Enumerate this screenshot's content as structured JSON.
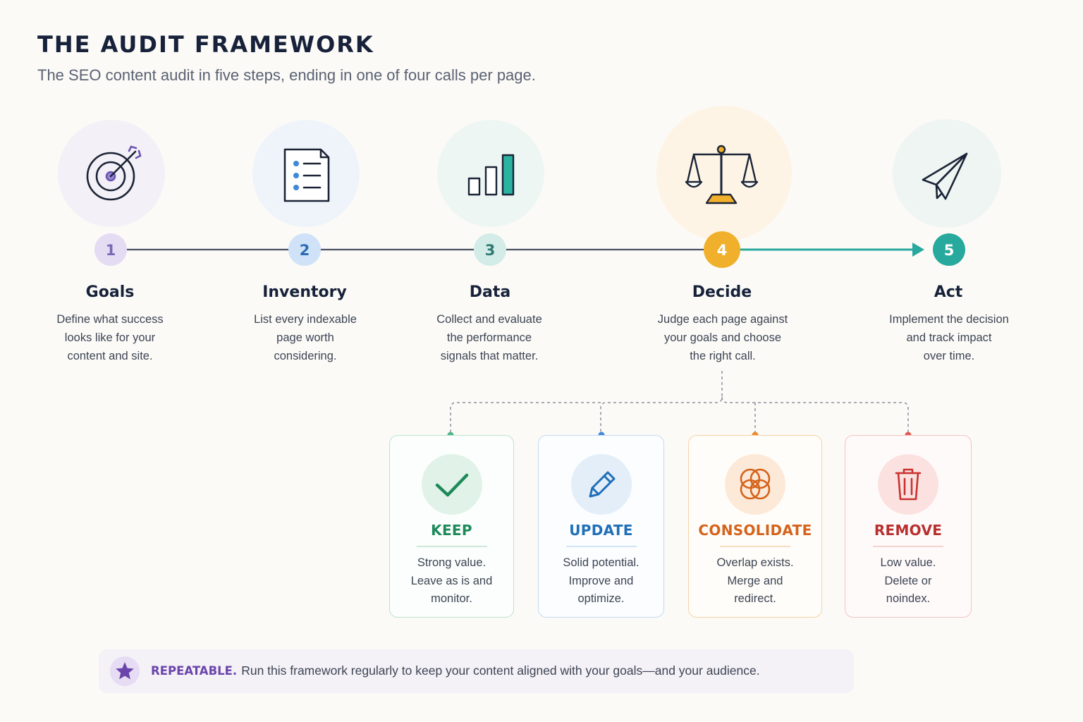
{
  "title": "THE AUDIT FRAMEWORK",
  "subtitle": "The SEO content audit in five steps, ending in one of four calls per page.",
  "colors": {
    "step1": "#d9cef0",
    "step2": "#c5dcf6",
    "step3": "#c8e8e4",
    "step4": "#f1b02b",
    "step5": "#27a99d",
    "arrow": "#27a99d",
    "keep": "#1e8a5a",
    "update": "#1f6fb8",
    "consolidate": "#d4631c",
    "remove": "#b7302e",
    "repeatable": "#6a45ab"
  },
  "steps": [
    {
      "number": "1",
      "title": "Goals",
      "icon": "target-arrow-icon",
      "desc": [
        "Define what success",
        "looks like for your",
        "content and site."
      ]
    },
    {
      "number": "2",
      "title": "Inventory",
      "icon": "checklist-document-icon",
      "desc": [
        "List every indexable",
        "page worth",
        "considering."
      ]
    },
    {
      "number": "3",
      "title": "Data",
      "icon": "bar-chart-icon",
      "desc": [
        "Collect and evaluate",
        "the performance",
        "signals that matter."
      ]
    },
    {
      "number": "4",
      "title": "Decide",
      "icon": "balance-scale-icon",
      "desc": [
        "Judge each page against",
        "your goals and choose",
        "the right call."
      ]
    },
    {
      "number": "5",
      "title": "Act",
      "icon": "paper-plane-icon",
      "desc": [
        "Implement the decision",
        "and track impact",
        "over time."
      ]
    }
  ],
  "decisions": [
    {
      "label": "KEEP",
      "icon": "checkmark-icon",
      "desc": [
        "Strong value.",
        "Leave as is and",
        "monitor."
      ]
    },
    {
      "label": "UPDATE",
      "icon": "pencil-icon",
      "desc": [
        "Solid potential.",
        "Improve and",
        "optimize."
      ]
    },
    {
      "label": "CONSOLIDATE",
      "icon": "overlapping-circles-icon",
      "desc": [
        "Overlap exists.",
        "Merge and",
        "redirect."
      ]
    },
    {
      "label": "REMOVE",
      "icon": "trash-icon",
      "desc": [
        "Low value.",
        "Delete or",
        "noindex."
      ]
    }
  ],
  "banner": {
    "label": "REPEATABLE.",
    "text": "Run this framework regularly to keep your content aligned with your goals—and your audience.",
    "icon": "star-icon"
  }
}
